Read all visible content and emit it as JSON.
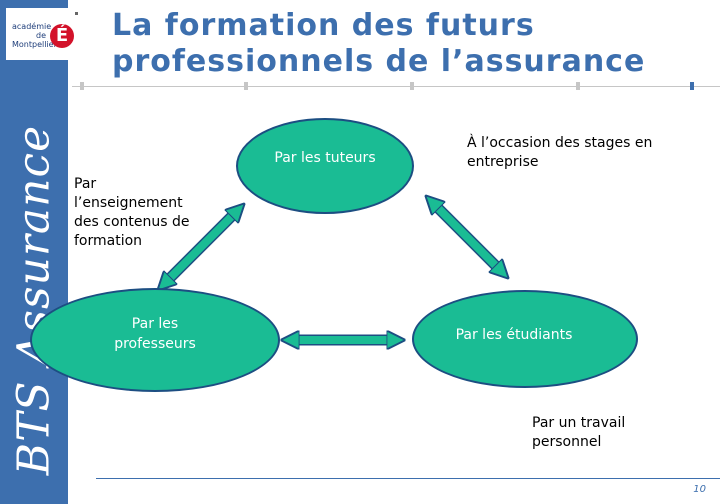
{
  "sidebar": {
    "text": "BTS Assurance"
  },
  "logo": {
    "text": "académie de Montpellier",
    "letter": "É"
  },
  "title": "La formation des futurs professionnels de l’assurance",
  "nodes": {
    "top": "Par les tuteurs",
    "left": "Par les professeurs",
    "right": "Par les étudiants"
  },
  "notes": {
    "enseignement": "Par l’enseignement des contenus de formation",
    "stages": "À l’occasion des stages en entreprise",
    "travail": "Par un travail personnel"
  },
  "page_number": "10",
  "colors": {
    "accent": "#3d6fae",
    "node_fill": "#1abc94",
    "node_border": "#1c4e82",
    "logo_red": "#d3122a"
  }
}
